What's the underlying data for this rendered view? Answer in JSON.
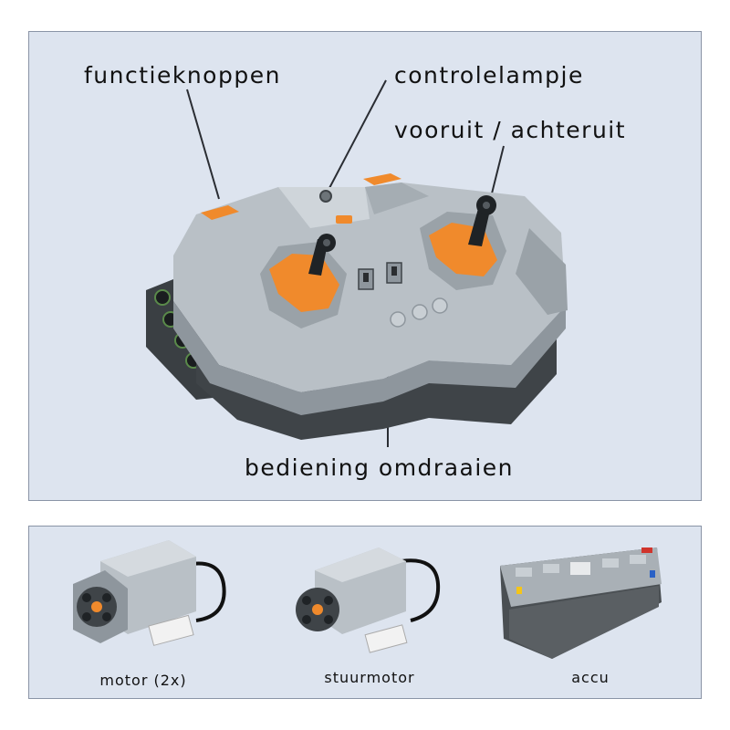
{
  "labels": {
    "function_buttons": "functieknoppen",
    "indicator_light": "controlelampje",
    "forward_backward": "vooruit / achteruit",
    "reverse_control": "bediening omdraaien"
  },
  "components": [
    {
      "label": "motor (2x)"
    },
    {
      "label": "stuurmotor"
    },
    {
      "label": "accu"
    }
  ],
  "colors": {
    "panel_bg": "#dde4ef",
    "brick_light": "#b9c0c6",
    "brick_dark": "#3f4448",
    "accent_orange": "#f08a2c"
  }
}
